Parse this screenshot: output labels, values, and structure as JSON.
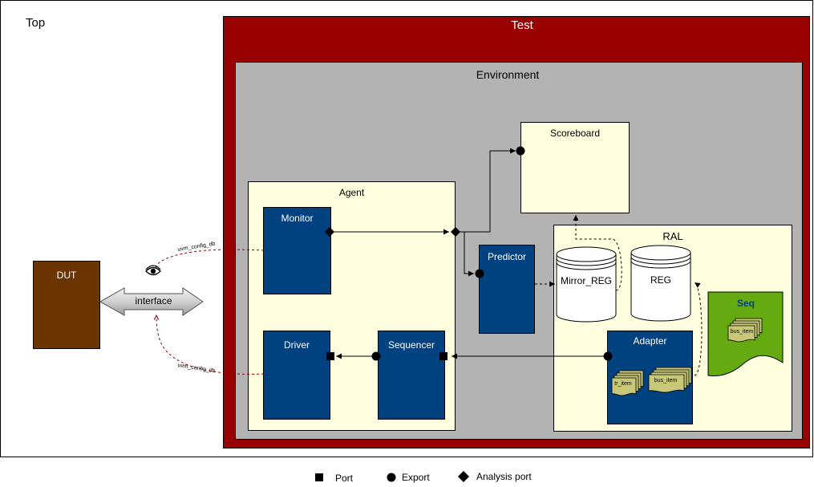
{
  "top_label": "Top",
  "test_label": "Test",
  "environment_label": "Environment",
  "scoreboard_label": "Scoreboard",
  "agent_label": "Agent",
  "monitor_label": "Monitor",
  "driver_label": "Driver",
  "sequencer_label": "Sequencer",
  "predictor_label": "Predictor",
  "ral_label": "RAL",
  "mirror_reg_label": "Mirror_REG",
  "reg_label": "REG",
  "adapter_label": "Adapter",
  "seq_label": "Seq",
  "tr_item_label": "tr_item",
  "bus_item_label": "bus_item",
  "seq_bus_item_label": "bus_item",
  "dut_label": "DUT",
  "interface_label": "interface",
  "config_db_upper": "uvm_config_db",
  "config_db_lower": "uvm_config_db",
  "eye_icon": "eye-icon",
  "legend": {
    "port_label": "Port",
    "export_label": "Export",
    "analysis_port_label": "Analysis port"
  },
  "colors": {
    "test": "#990000",
    "environment": "#b3b3b3",
    "component_pale": "#ffffe0",
    "component_blue": "#00417f",
    "dut": "#6b3400",
    "seq": "#66aa11",
    "item": "#c8c878",
    "config_link": "#8b0000"
  }
}
